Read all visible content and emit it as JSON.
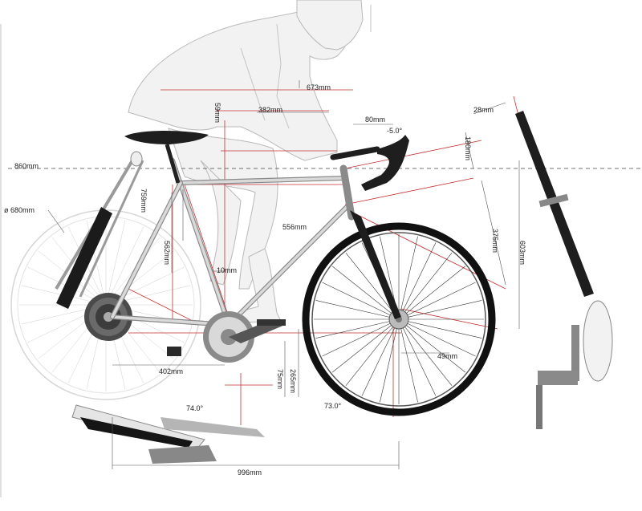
{
  "dimensions": {
    "handlebar_height": "860mm",
    "wheel_diameter": "ø 680mm",
    "seat_tube_length": "759mm",
    "seat_tube_ctc": "562mm",
    "reach_total": "673mm",
    "reach": "382mm",
    "saddle_drop": "59mm",
    "stem_length": "80mm",
    "stem_angle": "-5.0°",
    "stack_extension": "180mm",
    "head_tube": "375mm",
    "stack": "603mm",
    "top_tube": "556mm",
    "offset": "10mm",
    "chainstay": "402mm",
    "bb_drop": "75mm",
    "bb_height": "265mm",
    "fork_offset": "49mm",
    "head_angle": "73.0°",
    "seat_angle": "74.0°",
    "wheelbase": "996mm",
    "crank_width": "28mm"
  },
  "colors": {
    "frame": "#8a8a8a",
    "rider": "#f2f2f2",
    "construction": "#c43030",
    "tire": "#111111"
  }
}
